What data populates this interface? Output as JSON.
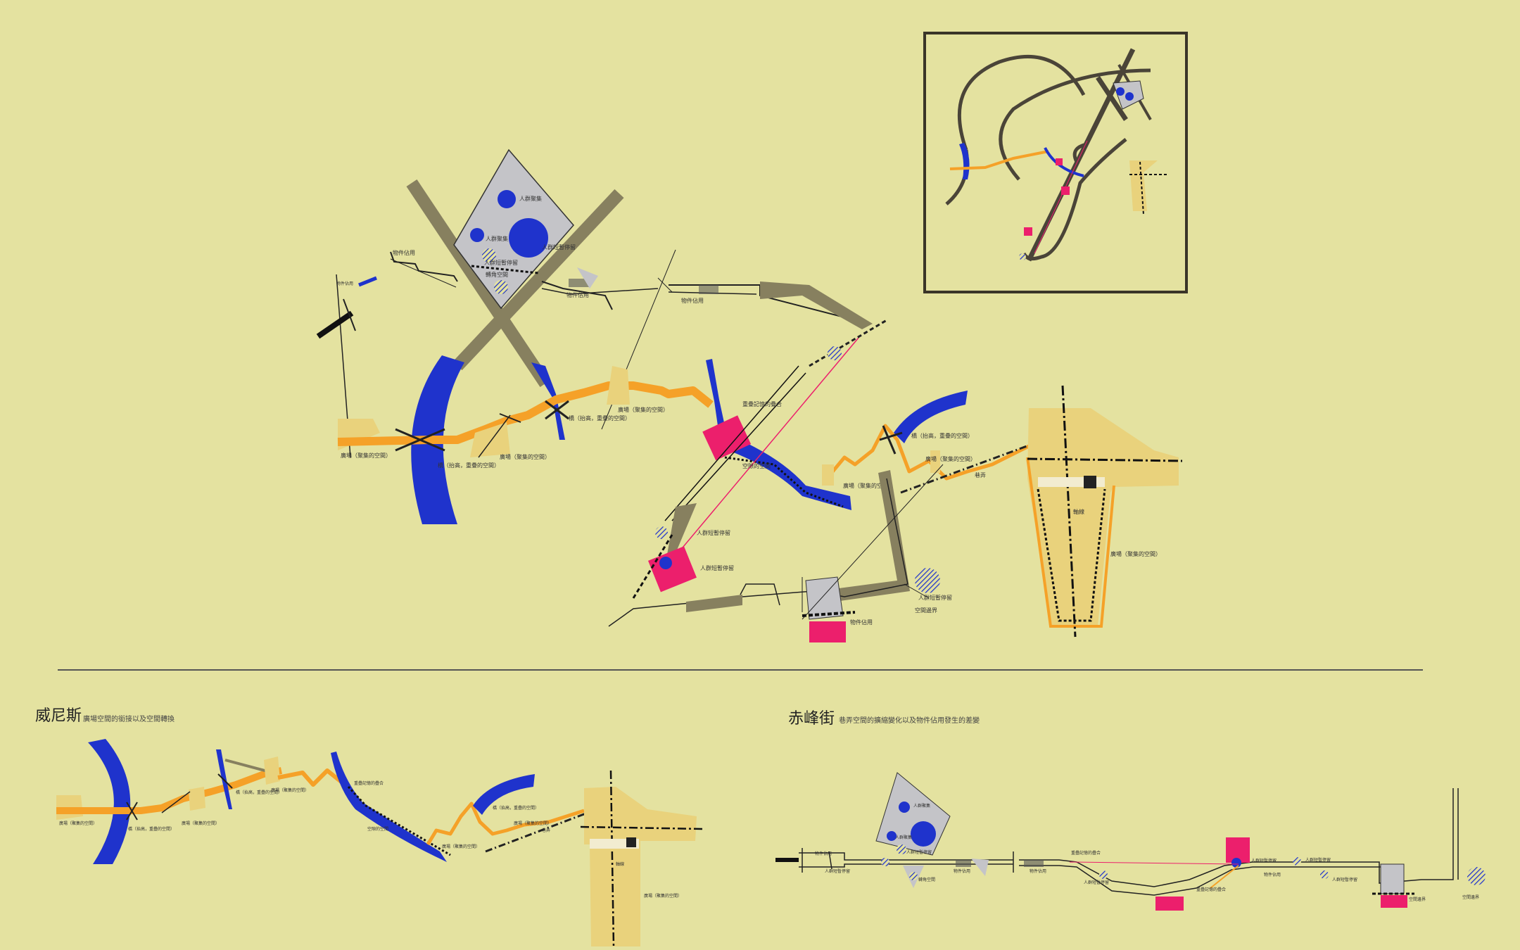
{
  "sections": {
    "venice": {
      "title": "威尼斯",
      "subtitle": "廣場空間的銜接以及空間轉換"
    },
    "chifeng": {
      "title": "赤峰街",
      "subtitle": "巷弄空間的擴縮變化以及物件佔用發生的差變"
    }
  },
  "labels": {
    "crowd_gather": "人群聚集",
    "crowd_gather_2": "人群聚集",
    "short_stay": "人群短暫停留",
    "short_stay_2": "人群短暫停留",
    "object_occupy": "物件佔用",
    "object_occupy_2": "物件佔用",
    "object_occupy_3": "物件佔用",
    "object_occupy_4": "物件佔用",
    "corner_space": "轉角空間",
    "plaza_gather": "廣場（聚集的空間）",
    "plaza_gather_2": "廣場（聚集的空間）",
    "plaza_gather_3": "廣場（聚集的空間）",
    "plaza_gather_4": "廣場（聚集的空間）",
    "plaza_gather_5": "廣場（聚集的空間）",
    "bridge_overlap": "橋（抬高，重疊的空間）",
    "bridge_overlap_2": "橋（抬高，重疊的空間）",
    "bridge_overlap_3": "橋（抬高，重疊的空間）",
    "street_lane": "巷弄",
    "axis": "軸線",
    "overlap_axis": "重疊記憶的疊合",
    "gap_space": "空隙的空間",
    "space_drain": "空間邊界"
  },
  "colors": {
    "background": "#e4e2a0",
    "water": "#1f33cc",
    "plaza": "#e9d27c",
    "path": "#f5a128",
    "street": "#87805f",
    "highlight": "#ec1f6c",
    "building": "#c4c4c8"
  }
}
